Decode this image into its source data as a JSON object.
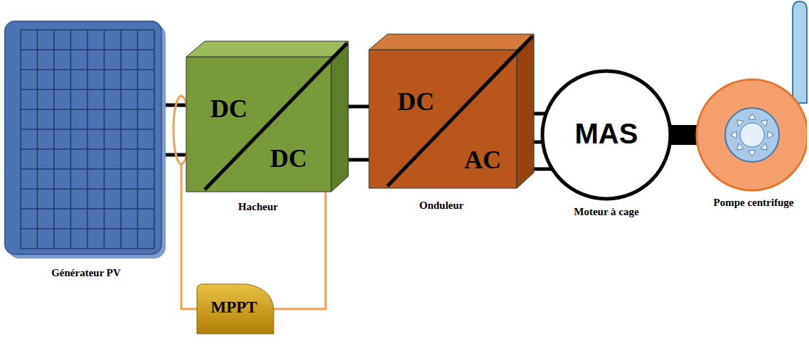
{
  "diagram": {
    "nodes": [
      {
        "text": [
          "Générateur PV"
        ]
      },
      {
        "text": [
          "DC",
          "DC",
          "Hacheur"
        ]
      },
      {
        "text": [
          "DC",
          "AC",
          "Onduleur"
        ]
      },
      {
        "text": [
          "MAS",
          "Moteur à cage"
        ]
      },
      {
        "text": [
          "Pompe centrifuge"
        ]
      },
      {
        "text": [
          "MPPT"
        ]
      }
    ],
    "edges": [
      {
        "from": 0,
        "to": 1,
        "arrow": "none"
      },
      {
        "from": 1,
        "to": 2,
        "arrow": "none"
      },
      {
        "from": 2,
        "to": 3,
        "arrow": "none"
      },
      {
        "from": 3,
        "to": 4,
        "arrow": "none"
      },
      {
        "from": 0,
        "to": 5,
        "arrow": "none"
      },
      {
        "from": 1,
        "to": 5,
        "arrow": "none"
      }
    ]
  }
}
